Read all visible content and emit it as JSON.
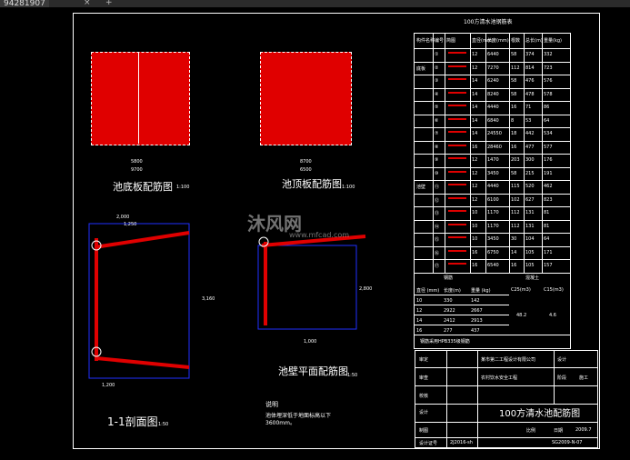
{
  "app": {
    "tab_label": "94281907",
    "tab_close": "×",
    "tab_add": "+"
  },
  "drawing": {
    "plan_bottom_title": "池底板配筋图",
    "plan_bottom_scale": "1:100",
    "plan_top_title": "池顶板配筋图",
    "plan_top_scale": "1:100",
    "section_title": "1-1剖面图",
    "section_scale": "1:50",
    "wall_title": "池壁平面配筋图",
    "wall_scale": "1:50",
    "dims": [
      "9700",
      "6500",
      "5800",
      "8700",
      "2,000",
      "1,250",
      "3,160",
      "2,800",
      "1,200",
      "1,000"
    ],
    "note_title": "说明",
    "note_text": "池体埋深低于地面标高以下",
    "note_text2": "3600mm。"
  },
  "table": {
    "title": "100方清水池钢筋表",
    "headers": [
      "构件名称",
      "编号",
      "简图",
      "直径(mm)",
      "长度(mm)",
      "根数",
      "总长(m)",
      "重量(kg)"
    ],
    "rows": [
      [
        "",
        "①",
        "",
        "12",
        "6440",
        "58",
        "374",
        "332"
      ],
      [
        "底板",
        "②",
        "",
        "12",
        "7270",
        "112",
        "814",
        "723"
      ],
      [
        "",
        "③",
        "",
        "14",
        "6240",
        "58",
        "476",
        "576"
      ],
      [
        "",
        "④",
        "",
        "14",
        "8240",
        "58",
        "478",
        "578"
      ],
      [
        "",
        "⑤",
        "",
        "14",
        "4440",
        "16",
        "71",
        "86"
      ],
      [
        "",
        "⑥",
        "",
        "14",
        "6840",
        "8",
        "53",
        "64"
      ],
      [
        "",
        "⑦",
        "",
        "14",
        "24550",
        "18",
        "442",
        "534"
      ],
      [
        "",
        "⑧",
        "",
        "16",
        "28460",
        "16",
        "477",
        "577"
      ],
      [
        "",
        "⑨",
        "",
        "12",
        "1470",
        "203",
        "300",
        "176"
      ],
      [
        "",
        "⑩",
        "",
        "12",
        "3450",
        "58",
        "215",
        "191"
      ],
      [
        "池壁",
        "⑪",
        "",
        "12",
        "4440",
        "115",
        "520",
        "462"
      ],
      [
        "",
        "⑫",
        "",
        "12",
        "6100",
        "102",
        "627",
        "823"
      ],
      [
        "",
        "⑬",
        "",
        "10",
        "1170",
        "112",
        "131",
        "81"
      ],
      [
        "",
        "⑭",
        "",
        "10",
        "1170",
        "112",
        "131",
        "81"
      ],
      [
        "",
        "⑮",
        "",
        "10",
        "3450",
        "30",
        "104",
        "64"
      ],
      [
        "",
        "⑯",
        "",
        "16",
        "6750",
        "14",
        "105",
        "171"
      ],
      [
        "",
        "⑰",
        "",
        "16",
        "6540",
        "16",
        "105",
        "157"
      ]
    ],
    "summary_header": [
      "直径 (mm)",
      "长度(m)",
      "重量 (kg)",
      "C25(m3)",
      "C15(m3)"
    ],
    "summary_title_left": "钢筋",
    "summary_title_right": "混凝土",
    "summary_rows": [
      [
        "10",
        "330",
        "142"
      ],
      [
        "12",
        "2922",
        "2667"
      ],
      [
        "14",
        "2412",
        "2913"
      ],
      [
        "16",
        "277",
        "437"
      ]
    ],
    "c25": "48.2",
    "c15": "4.6",
    "footer": "钢筋采用HPB335级钢筋"
  },
  "titleblock": {
    "company": "某市第二工程设计有限公司",
    "project": "100方清水池配筋图",
    "subproject": "农村饮水安全工程",
    "stage": "施工",
    "date": "2009.7",
    "roles": [
      "审定",
      "审查",
      "校核",
      "设计",
      "制图",
      "设计证号"
    ],
    "names": [
      "",
      "",
      "",
      "",
      "",
      ""
    ],
    "sheet_no": "SG2009-N-07",
    "date_label": "日期",
    "ratio_label": "比例",
    "stage_label": "阶段",
    "design_label": "设计",
    "code": "2J2016-sh"
  },
  "watermark": {
    "text": "沐风网",
    "url": "www.mfcad.com"
  }
}
